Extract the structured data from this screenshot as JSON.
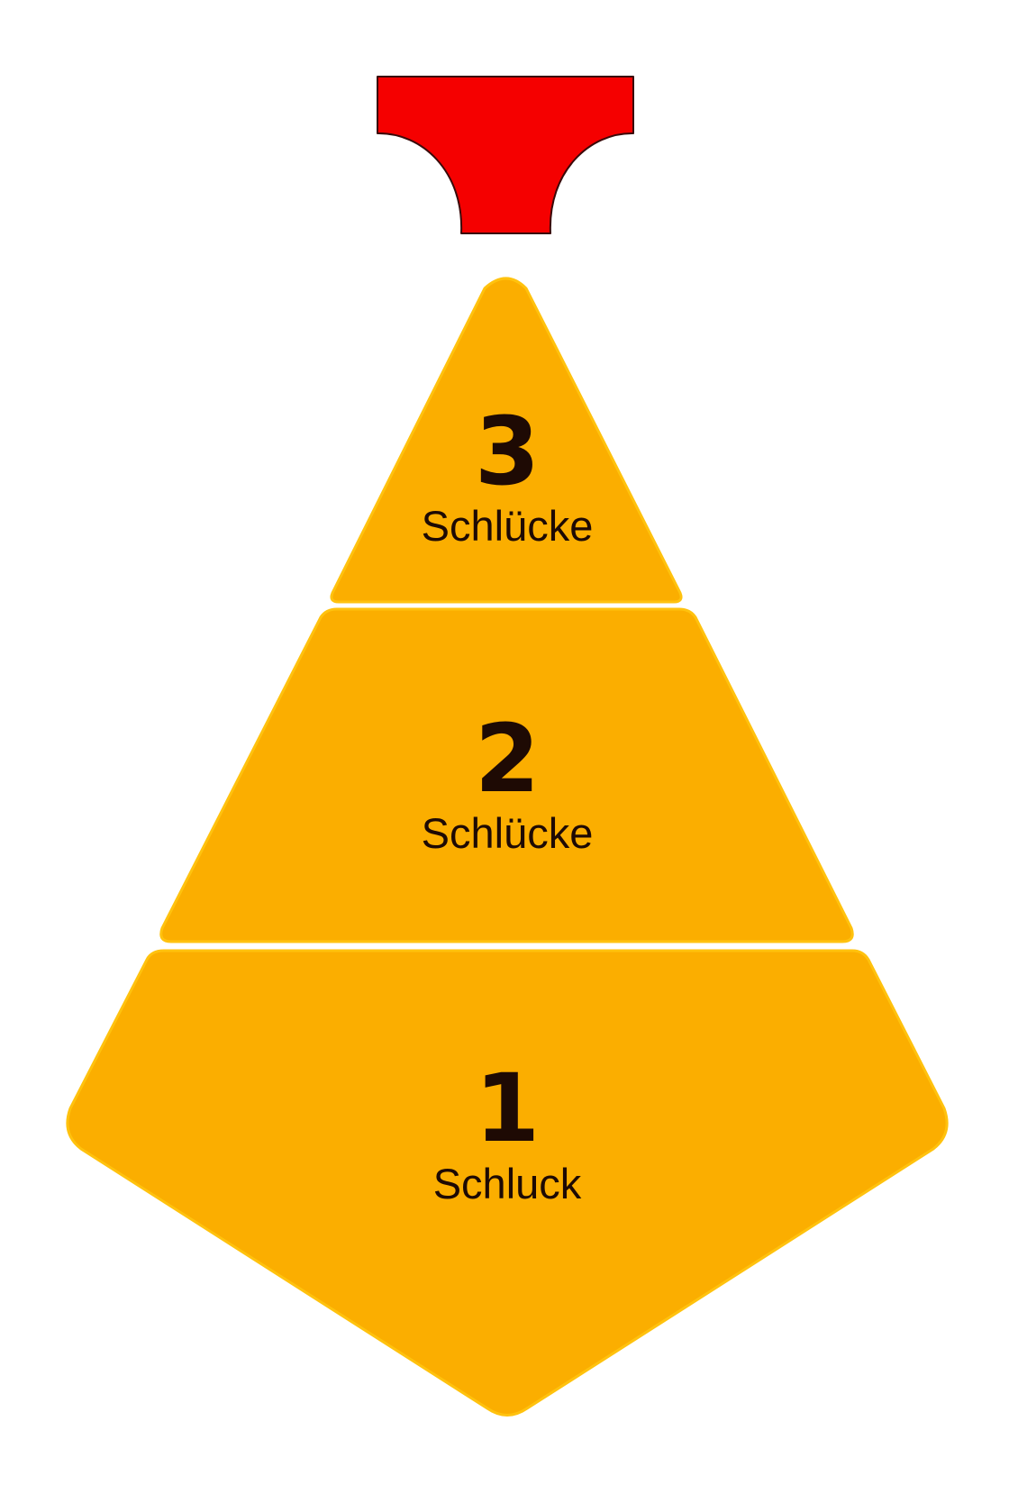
{
  "colors": {
    "tier_fill": "#FBAE00",
    "tier_stroke": "#FFC20E",
    "knot_fill": "#F50000",
    "text": "#1e0a04",
    "background": "#ffffff"
  },
  "knot": {
    "icon": "tie-knot-icon"
  },
  "tiers": [
    {
      "number": "3",
      "label": "Schlücke"
    },
    {
      "number": "2",
      "label": "Schlücke"
    },
    {
      "number": "1",
      "label": "Schluck"
    }
  ]
}
